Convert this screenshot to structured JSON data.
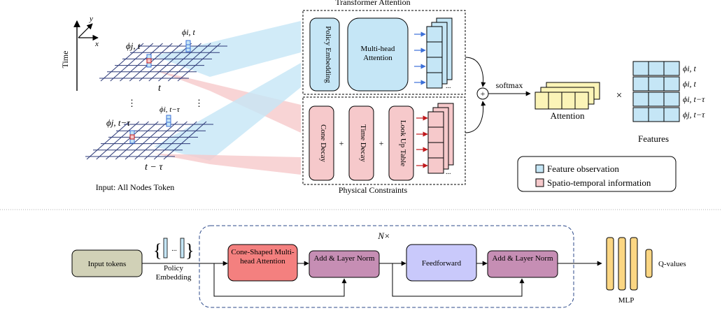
{
  "top": {
    "axes": {
      "time_label": "Time",
      "y_label": "y",
      "x_label": "x"
    },
    "grid_labels": {
      "phi_j_t": "ϕj, t",
      "phi_i_t": "ϕi, t",
      "t": "t",
      "phi_j_t_tau": "ϕj, t−τ",
      "phi_i_t_tau": "ϕi, t−τ",
      "t_tau": "t − τ",
      "dots": "⋮"
    },
    "input_caption": "Input: All Nodes Token",
    "transformer": {
      "title": "Transformer Attention",
      "policy_embedding": "Policy Embedding",
      "multi_head": "Multi-head Attention",
      "ellipsis": "..."
    },
    "physical": {
      "title": "Physical Constraints",
      "cone_decay": "Cone Decay",
      "time_decay": "Time Decay",
      "lookup": "Look Up Table",
      "plus": "+",
      "ellipsis": "..."
    },
    "combine": {
      "plus_symbol": "+",
      "softmax": "softmax"
    },
    "attention_label": "Attention",
    "times": "×",
    "features": {
      "label": "Features",
      "rows": [
        "ϕi, t",
        "ϕi, t",
        "ϕi, t−τ",
        "ϕj, t−τ"
      ]
    },
    "legend": {
      "items": [
        {
          "label": "Feature observation",
          "color": "#c5e6f6"
        },
        {
          "label": "Spatio-temporal information",
          "color": "#f6c9cb"
        }
      ]
    }
  },
  "bottom": {
    "input_tokens": "Input tokens",
    "policy_embedding": "Policy Embedding",
    "brace_dots": "...",
    "repeat_label": "N×",
    "cone_attention": "Cone-Shaped Multi-head Attention",
    "add_norm_1": "Add & Layer Norm",
    "feedforward": "Feedforward",
    "add_norm_2": "Add & Layer Norm",
    "mlp": "MLP",
    "q_values": "Q-values"
  },
  "colors": {
    "blue_fill": "#c5e6f6",
    "pink_fill": "#f6c9cb",
    "yellow_fill": "#fbf4b7",
    "red_block": "#f4807f",
    "purple_block": "#c68eb4",
    "lavender_block": "#c9c9fb",
    "tan_block": "#d1d1b7",
    "mlp_fill": "#fbd683"
  }
}
